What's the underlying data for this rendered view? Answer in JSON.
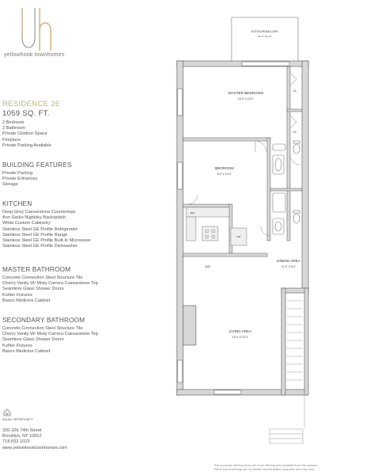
{
  "brand": {
    "logo_letters": "yh",
    "name": "yellowhook townhomes"
  },
  "residence": {
    "title": "RESIDENCE 2E",
    "size": "1059 SQ. FT.",
    "features": [
      "2 Bedroom",
      "2 Bathroom",
      "Private Outdoor Space",
      "Fireplace",
      "Private Parking Available"
    ]
  },
  "building_features": {
    "heading": "BUILDING FEATURES",
    "items": [
      "Private Parking",
      "Private Entrances",
      "Storage"
    ]
  },
  "kitchen": {
    "heading": "KITCHEN",
    "items": [
      "Deep Grey Caesarstone Countertops",
      "Ann Sacks Nightsky Backsplash",
      "White Custom Cabinetry",
      "Stainless Steel GE Profile Refrigerator",
      "Stainless Steel GE Profile Range",
      "Stainless Steel GE Profile Built-In Microwave",
      "Stainless Steel GE Profile Dishwasher"
    ]
  },
  "master_bathroom": {
    "heading": "MASTER BATHROOM",
    "items": [
      "Concrete Connection Steel Structure Tile",
      "Cherry Vanity W/ Misty Carrera Caesarstone Top",
      "Seamless Glass Shower Doors",
      "Kohler Fixtures",
      "Basco Medicine Cabinet"
    ]
  },
  "secondary_bathroom": {
    "heading": "SECONDARY BATHROOM",
    "items": [
      "Concrete Connection Steel Structure Tile",
      "Cherry Vanity W/ Misty Carrera Caesarstone Top",
      "Seamless Glass Shower Doors",
      "Kohler Fixtures",
      "Basco Medicine Cabinet"
    ]
  },
  "equal_housing": "EQUAL OPPORTUNITY",
  "contact": {
    "address1": "320-326 74th Street",
    "address2": "Brooklyn, NY 10012",
    "phone": "718.833.1023",
    "website": "www.yellowhooktownhomes.com"
  },
  "disclaimer": {
    "line1": "The complete offering terms are in an offering plan available from the sponsor.",
    "line2": "Plans and renderings are for artistic representation purposes and may vary."
  },
  "floorplan": {
    "balcony_label": "OUTDOOR BALCONY",
    "balcony_dims": "11'-0\" X 5'-0\"",
    "master_label": "MASTER BEDROOM",
    "master_dims": "19'-0\" X 12'-0\"",
    "closet1": "CL",
    "closet2": "CL",
    "bedroom_label": "BEDROOM",
    "bedroom_dims": "9'-0\" X 10'-0\"",
    "wd_label": "W/D",
    "dining_label": "DINING AREA",
    "dining_dims": "11'-0\" X 9'-0\"",
    "living_label": "LIVING AREA",
    "living_dims": "13'-0\" X 13'-0\"",
    "kitchen_mark": "REF",
    "dw_mark": "DW"
  },
  "colors": {
    "accent_gold": "#c9b27a",
    "wall_gray": "#d8d8d8",
    "text_gray": "#555555"
  }
}
